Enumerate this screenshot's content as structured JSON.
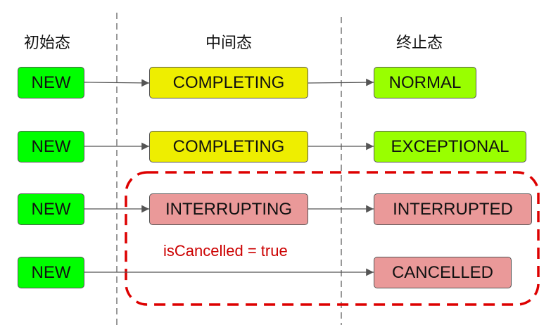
{
  "columns": {
    "initial": "初始态",
    "intermediate": "中间态",
    "final": "终止态"
  },
  "colors": {
    "initial": "#00ff00",
    "intermediate": "#eeee00",
    "final_success": "#99ff00",
    "final_interrupt": "#ea9999",
    "highlight_border": "#dd0000",
    "note_text": "#cc0000"
  },
  "rows": [
    {
      "initial": "NEW",
      "intermediate": "COMPLETING",
      "final": "NORMAL"
    },
    {
      "initial": "NEW",
      "intermediate": "COMPLETING",
      "final": "EXCEPTIONAL"
    },
    {
      "initial": "NEW",
      "intermediate": "INTERRUPTING",
      "final": "INTERRUPTED"
    },
    {
      "initial": "NEW",
      "intermediate": "",
      "final": "CANCELLED"
    }
  ],
  "note": "isCancelled = true"
}
